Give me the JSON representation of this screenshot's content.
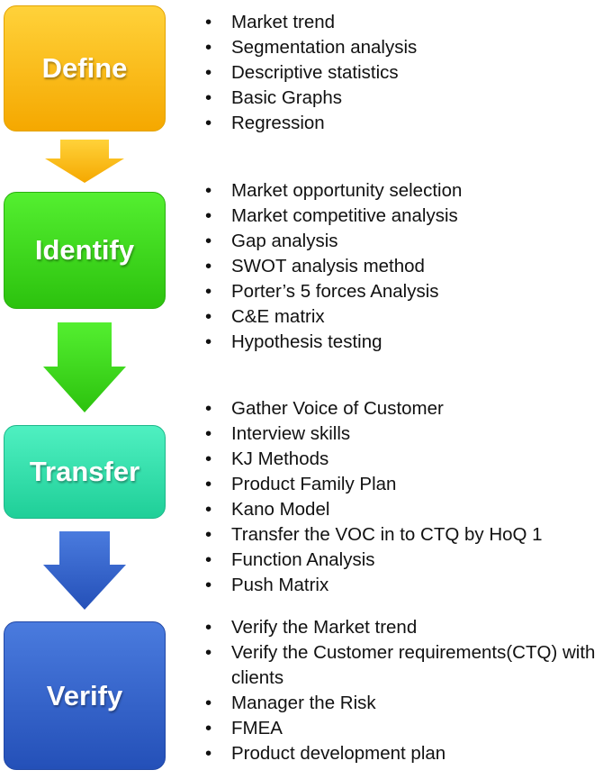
{
  "stages": {
    "define": {
      "label": "Define",
      "color": "#f7b100",
      "items": [
        "Market trend",
        "Segmentation analysis",
        "Descriptive statistics",
        "Basic Graphs",
        "Regression"
      ]
    },
    "identify": {
      "label": "Identify",
      "color": "#36d318",
      "items": [
        "Market opportunity selection",
        "Market competitive analysis",
        "Gap analysis",
        "SWOT analysis method",
        "Porter’s 5 forces Analysis",
        "C&E matrix",
        "Hypothesis testing"
      ]
    },
    "transfer": {
      "label": "Transfer",
      "color": "#2cdca7",
      "items": [
        "Gather Voice of Customer",
        "Interview skills",
        "KJ Methods",
        "Product Family Plan",
        "Kano Model",
        "Transfer the VOC in to CTQ by HoQ 1",
        "Function Analysis",
        "Push Matrix"
      ]
    },
    "verify": {
      "label": "Verify",
      "color": "#2f5fc7",
      "items": [
        "Verify the Market trend",
        "Verify the Customer requirements(CTQ) with clients",
        "Manager the Risk",
        "FMEA",
        "Product development plan"
      ]
    }
  },
  "bullet_glyph": "•"
}
